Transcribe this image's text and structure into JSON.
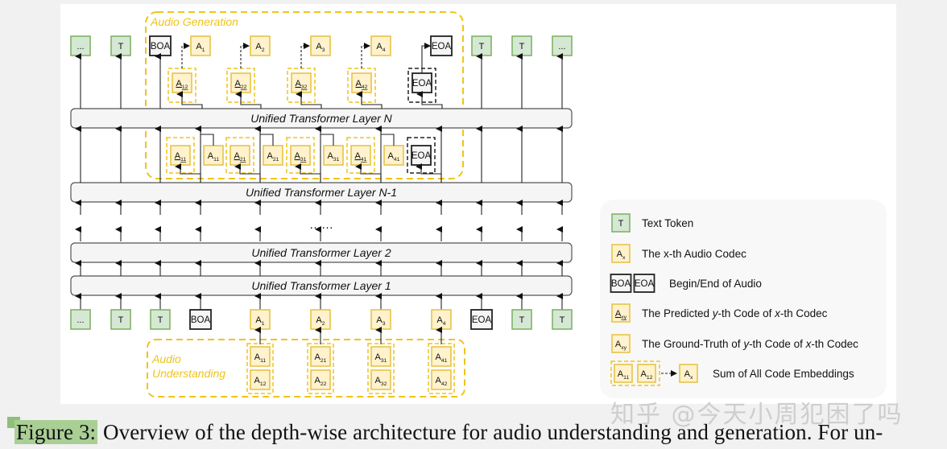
{
  "colors": {
    "text_token_fill": "#d5e8d4",
    "text_token_stroke": "#82b366",
    "audio_fill": "#fff2cc",
    "audio_stroke": "#e6c44a",
    "group_dash": "#f0c419",
    "special_fill": "#f5f5f5",
    "special_stroke": "#222222",
    "layer_fill": "#f5f5f5",
    "layer_stroke": "#555555",
    "legend_bg": "#f8f8f8",
    "group_label": "#f0c419"
  },
  "groups": {
    "generation_label": "Audio Generation",
    "understanding_label_line1": "Audio",
    "understanding_label_line2": "Understanding"
  },
  "layers": [
    {
      "label": "Unified Transformer Layer N"
    },
    {
      "label": "Unified Transformer Layer N-1"
    },
    {
      "label": "Unified Transformer Layer 2"
    },
    {
      "label": "Unified Transformer Layer 1"
    }
  ],
  "ellipsis": "……",
  "top_tokens": [
    {
      "type": "text",
      "main": "...",
      "sub": ""
    },
    {
      "type": "text",
      "main": "T",
      "sub": ""
    },
    {
      "type": "special",
      "main": "BOA",
      "sub": ""
    },
    {
      "type": "audio",
      "main": "A",
      "sub": "1"
    },
    {
      "type": "audio",
      "main": "A",
      "sub": "2"
    },
    {
      "type": "audio",
      "main": "A",
      "sub": "3"
    },
    {
      "type": "audio",
      "main": "A",
      "sub": "4"
    },
    {
      "type": "special",
      "main": "EOA",
      "sub": ""
    },
    {
      "type": "text",
      "main": "T",
      "sub": ""
    },
    {
      "type": "text",
      "main": "T",
      "sub": ""
    },
    {
      "type": "text",
      "main": "...",
      "sub": ""
    }
  ],
  "predicted_second_codes": [
    {
      "main": "A",
      "sub": "12"
    },
    {
      "main": "A",
      "sub": "22"
    },
    {
      "main": "A",
      "sub": "32"
    },
    {
      "main": "A",
      "sub": "42"
    },
    {
      "main": "EOA",
      "sub": ""
    }
  ],
  "depth_row": [
    {
      "predicted": {
        "main": "A",
        "sub": "11"
      },
      "ground_truth": {
        "main": "A",
        "sub": "11"
      }
    },
    {
      "predicted": {
        "main": "A",
        "sub": "21"
      },
      "ground_truth": {
        "main": "A",
        "sub": "21"
      }
    },
    {
      "predicted": {
        "main": "A",
        "sub": "31"
      },
      "ground_truth": {
        "main": "A",
        "sub": "31"
      }
    },
    {
      "predicted": {
        "main": "A",
        "sub": "41"
      },
      "ground_truth": {
        "main": "A",
        "sub": "41"
      }
    },
    {
      "predicted": {
        "main": "EOA",
        "sub": ""
      },
      "ground_truth": null
    }
  ],
  "bottom_tokens": [
    {
      "type": "text",
      "main": "...",
      "sub": ""
    },
    {
      "type": "text",
      "main": "T",
      "sub": ""
    },
    {
      "type": "text",
      "main": "T",
      "sub": ""
    },
    {
      "type": "special",
      "main": "BOA",
      "sub": ""
    },
    {
      "type": "audio",
      "main": "A",
      "sub": "1"
    },
    {
      "type": "audio",
      "main": "A",
      "sub": "2"
    },
    {
      "type": "audio",
      "main": "A",
      "sub": "3"
    },
    {
      "type": "audio",
      "main": "A",
      "sub": "4"
    },
    {
      "type": "special",
      "main": "EOA",
      "sub": ""
    },
    {
      "type": "text",
      "main": "T",
      "sub": ""
    },
    {
      "type": "text",
      "main": "T",
      "sub": ""
    }
  ],
  "understanding_codes": [
    [
      {
        "main": "A",
        "sub": "11"
      },
      {
        "main": "A",
        "sub": "12"
      }
    ],
    [
      {
        "main": "A",
        "sub": "21"
      },
      {
        "main": "A",
        "sub": "22"
      }
    ],
    [
      {
        "main": "A",
        "sub": "31"
      },
      {
        "main": "A",
        "sub": "32"
      }
    ],
    [
      {
        "main": "A",
        "sub": "41"
      },
      {
        "main": "A",
        "sub": "42"
      }
    ]
  ],
  "legend": {
    "items": [
      {
        "kind": "text",
        "icon_main": "T",
        "icon_sub": "",
        "label": "Text Token"
      },
      {
        "kind": "audio",
        "icon_main": "A",
        "icon_sub": "x",
        "label": "The x-th Audio Codec"
      },
      {
        "kind": "special",
        "icon_main": "BOA",
        "icon_main2": "EOA",
        "label": "Begin/End of Audio"
      },
      {
        "kind": "predicted",
        "icon_main": "A",
        "icon_sub": "xy",
        "label_parts": [
          "The Predicted ",
          "y",
          "-th Code of ",
          "x",
          "-th Codec"
        ]
      },
      {
        "kind": "audio",
        "icon_main": "A",
        "icon_sub": "xy",
        "label_parts": [
          "The Ground-Truth of ",
          "y",
          "-th Code of ",
          "x",
          "-th Codec"
        ]
      },
      {
        "kind": "sum",
        "icon_codes": [
          {
            "main": "A",
            "sub": "11"
          },
          {
            "main": "A",
            "sub": "12"
          }
        ],
        "icon_result": {
          "main": "A",
          "sub": "x"
        },
        "label": "Sum of All Code Embeddings"
      }
    ]
  },
  "caption": {
    "figure_label": "Figure 3:",
    "text": " Overview of the depth-wise architecture for audio understanding and generation. For un-"
  },
  "watermark": "知乎 @今天小周犯困了吗"
}
